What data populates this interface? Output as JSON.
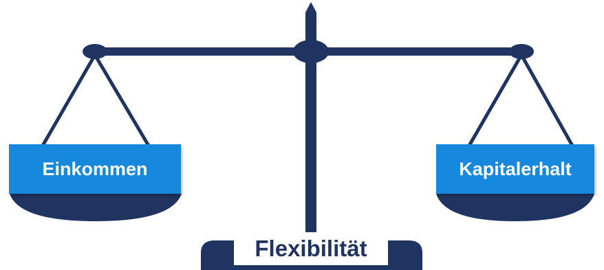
{
  "diagram": {
    "left_label": "Einkommen",
    "right_label": "Kapitalerhalt",
    "base_label": "Flexibilität"
  },
  "colors": {
    "scale": "#1f3460",
    "label_box": "#1689de",
    "label_text": "#ffffff",
    "background": "#ffffff"
  }
}
